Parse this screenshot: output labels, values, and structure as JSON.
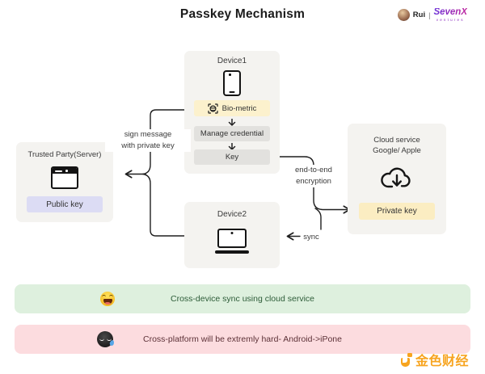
{
  "title": "Passkey Mechanism",
  "header": {
    "author": "Rui",
    "divider": "|",
    "brand": "SevenX",
    "brand_tagline": "ventures"
  },
  "diagram": {
    "device1": {
      "label": "Device1",
      "biometric_label": "Bio-metric",
      "manage_label": "Manage credential",
      "key_label": "Key"
    },
    "trusted_party": {
      "label": "Trusted Party(Server)",
      "key_label": "Public key"
    },
    "cloud_service": {
      "label_line1": "Cloud service",
      "label_line2": "Google/ Apple",
      "key_label": "Private key"
    },
    "device2": {
      "label": "Device2"
    },
    "edge_labels": {
      "sign_message_line1": "sign message",
      "sign_message_line2": "with private key",
      "e2e_line1": "end-to-end",
      "e2e_line2": "encryption",
      "sync": "sync"
    }
  },
  "notes": {
    "positive": "Cross-device sync using cloud service",
    "negative": "Cross-platform will be extremly hard- Android->iPone"
  },
  "watermark": "金色财经",
  "colors": {
    "box_bg": "#f4f3f0",
    "biometric_chip": "#fcf1cd",
    "private_key_chip": "#fbedc2",
    "gray_chip": "#e2e1de",
    "public_key_chip": "#dcdcf4",
    "positive_bg": "#def0de",
    "positive_text": "#2d5c38",
    "negative_bg": "#fcdcdf",
    "negative_text": "#5c3137",
    "line": "#1e1e1e",
    "brand_purple": "#8a2bbf",
    "gold": "#f7a41f"
  }
}
